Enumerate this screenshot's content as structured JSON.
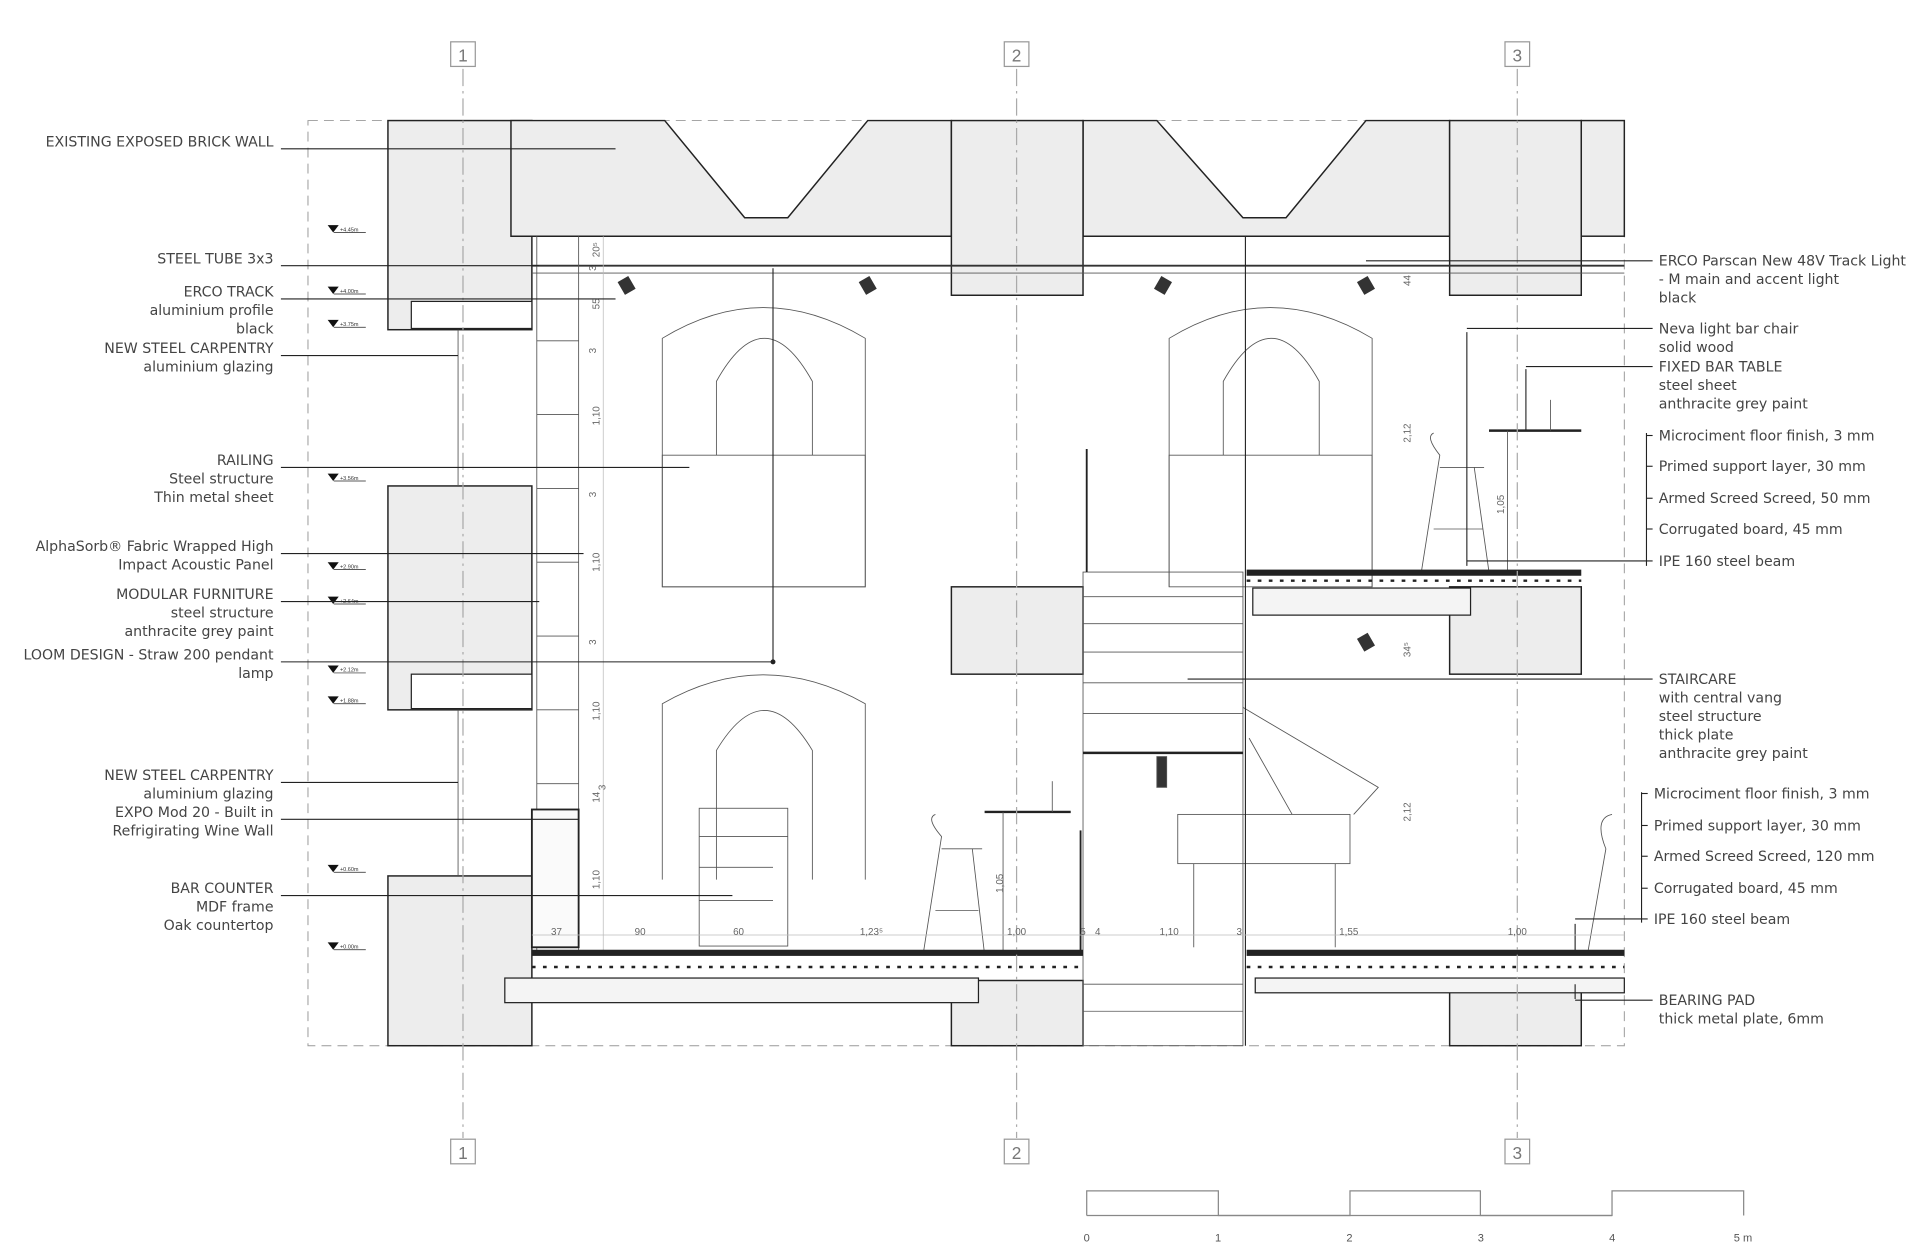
{
  "grid_axes": [
    "1",
    "2",
    "3"
  ],
  "levels": [
    "+4.45m",
    "+4.00m",
    "+3.75m",
    "+3.56m",
    "+2.90m",
    "+2.64m",
    "+2.12m",
    "+1.88m",
    "+0.60m",
    "+0.00m"
  ],
  "left_labels": [
    [
      "EXISTING EXPOSED BRICK WALL"
    ],
    [
      "STEEL TUBE 3x3"
    ],
    [
      "ERCO TRACK",
      "aluminium profile",
      "black"
    ],
    [
      "NEW STEEL CARPENTRY",
      "aluminium glazing"
    ],
    [
      "RAILING",
      "Steel structure",
      "Thin metal sheet"
    ],
    [
      "AlphaSorb® Fabric Wrapped High",
      "Impact Acoustic Panel"
    ],
    [
      "MODULAR FURNITURE",
      "steel structure",
      "anthracite grey paint"
    ],
    [
      "LOOM DESIGN - Straw 200 pendant",
      "lamp"
    ],
    [
      "NEW STEEL CARPENTRY",
      "aluminium glazing"
    ],
    [
      "EXPO Mod 20 - Built in",
      "Refrigirating Wine Wall"
    ],
    [
      "BAR COUNTER",
      "MDF frame",
      "Oak countertop"
    ]
  ],
  "right_labels": [
    [
      "ERCO Parscan New 48V Track Light",
      "- M main and accent light",
      "black"
    ],
    [
      "Neva light bar chair",
      "solid wood"
    ],
    [
      "FIXED BAR TABLE",
      "steel sheet",
      "anthracite grey paint"
    ],
    [
      "Microciment floor finish, 3 mm"
    ],
    [
      "Primed support layer, 30 mm"
    ],
    [
      "Armed Screed Screed, 50 mm"
    ],
    [
      "Corrugated board, 45 mm"
    ],
    [
      "IPE 160 steel beam"
    ],
    [
      "STAIRCARE",
      "with central vang",
      "steel structure",
      "thick plate",
      "anthracite grey paint"
    ],
    [
      "Microciment floor finish, 3 mm"
    ],
    [
      "Primed support layer, 30 mm"
    ],
    [
      "Armed Screed Screed, 120 mm"
    ],
    [
      "Corrugated board, 45 mm"
    ],
    [
      "IPE 160 steel beam"
    ],
    [
      "BEARING PAD",
      "thick metal plate, 6mm"
    ]
  ],
  "vertical_dims": [
    "20⁵",
    "3",
    "55",
    "3",
    "1,10",
    "3",
    "1,10",
    "3",
    "1,10",
    "14",
    "3",
    "1,10"
  ],
  "right_vertical_dims": [
    "44",
    "2,12",
    "1,05",
    "34⁵",
    "2,12"
  ],
  "bar_dim": "1,05",
  "horizontal_dims": [
    "37",
    "90",
    "60",
    "1,23⁵",
    "1,00",
    "5",
    "4",
    "1,10",
    "3",
    "1,55",
    "1,00"
  ],
  "scale_bar": [
    "0",
    "1",
    "2",
    "3",
    "4",
    "5 m"
  ]
}
